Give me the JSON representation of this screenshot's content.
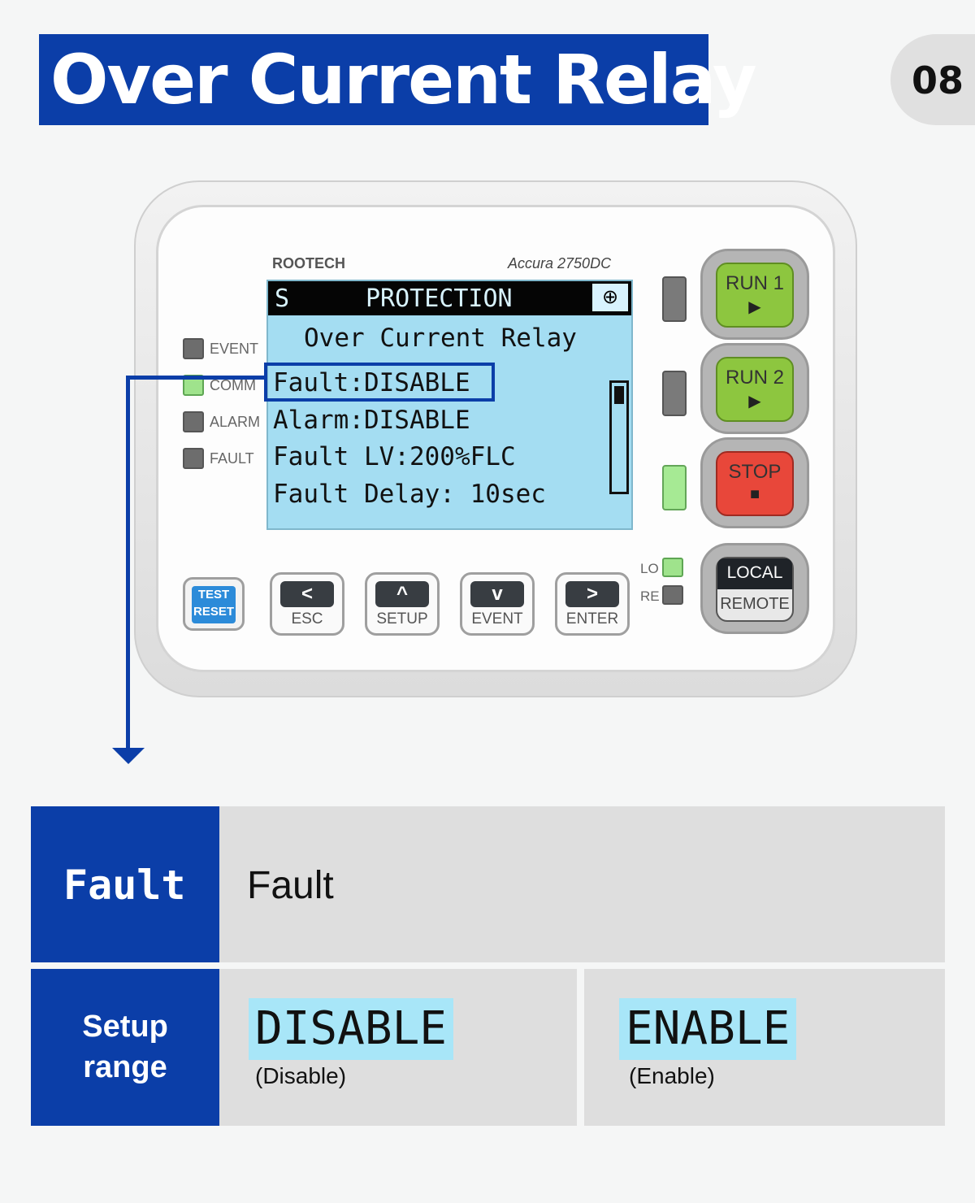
{
  "header": {
    "title": "Over Current Relay",
    "page_number": "08"
  },
  "device": {
    "brand": "ROOTECH",
    "model": "Accura 2750DC",
    "lcd": {
      "mode": "S",
      "title": "PROTECTION",
      "icon": "settings-icon",
      "subtitle": "Over Current Relay",
      "lines": [
        "Fault:DISABLE",
        "Alarm:DISABLE",
        "Fault LV:200%FLC",
        "Fault Delay: 10sec"
      ]
    },
    "leds": [
      "EVENT",
      "COMM",
      "ALARM",
      "FAULT"
    ],
    "buttons": {
      "run1": "RUN 1",
      "run2": "RUN 2",
      "stop": "STOP",
      "play_symbol": "▶",
      "stop_symbol": "■",
      "local": "LOCAL",
      "remote": "REMOTE",
      "test": "TEST",
      "reset": "RESET",
      "esc": "ESC",
      "setup": "SETUP",
      "event": "EVENT",
      "enter": "ENTER",
      "lo": "LO",
      "re": "RE"
    },
    "nav_symbols": {
      "esc": "<",
      "setup": "^",
      "event": "v",
      "enter": ">"
    }
  },
  "table": {
    "row1": {
      "label": "Fault",
      "value": "Fault"
    },
    "row2": {
      "label_line1": "Setup",
      "label_line2": "range",
      "options": [
        {
          "value": "DISABLE",
          "desc": "(Disable)"
        },
        {
          "value": "ENABLE",
          "desc": "(Enable)"
        }
      ]
    }
  },
  "colors": {
    "accent": "#0b3ea8",
    "lcd_bg": "#a4ddf2",
    "run_green": "#8dc63f",
    "stop_red": "#e8473a"
  }
}
